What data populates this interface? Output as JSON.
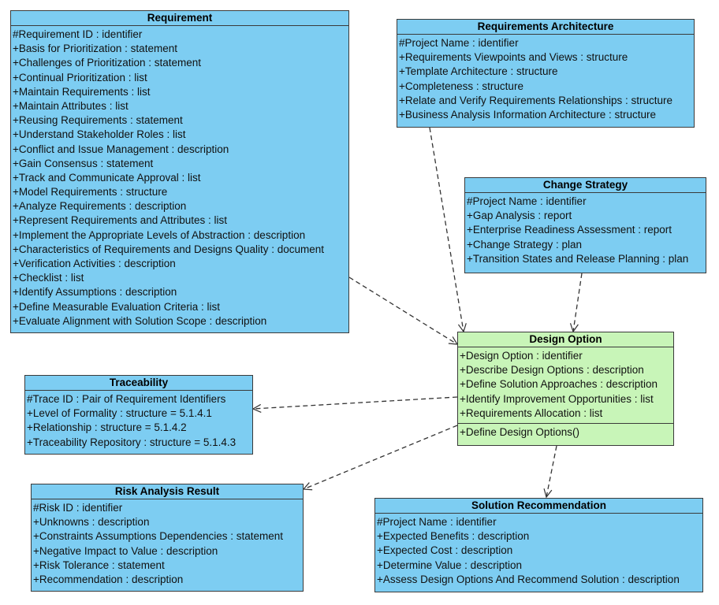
{
  "classes": {
    "requirement": {
      "name": "Requirement",
      "attributes": [
        "#Requirement ID : identifier",
        "+Basis for Prioritization : statement",
        "+Challenges of Prioritization : statement",
        "+Continual Prioritization : list",
        "+Maintain Requirements : list",
        "+Maintain Attributes : list",
        "+Reusing Requirements : statement",
        "+Understand Stakeholder Roles : list",
        "+Conflict and Issue Management : description",
        "+Gain Consensus : statement",
        "+Track and Communicate Approval : list",
        "+Model Requirements : structure",
        "+Analyze Requirements : description",
        "+Represent Requirements and Attributes : list",
        "+Implement the Appropriate Levels of Abstraction : description",
        "+Characteristics of Requirements and Designs Quality : document",
        "+Verification Activities : description",
        "+Checklist : list",
        "+Identify Assumptions : description",
        "+Define Measurable Evaluation Criteria : list",
        "+Evaluate Alignment with Solution Scope : description"
      ]
    },
    "requirements_architecture": {
      "name": "Requirements Architecture",
      "attributes": [
        "#Project Name : identifier",
        "+Requirements Viewpoints and Views : structure",
        "+Template Architecture : structure",
        "+Completeness : structure",
        "+Relate and Verify Requirements Relationships : structure",
        "+Business Analysis Information Architecture : structure"
      ]
    },
    "change_strategy": {
      "name": "Change Strategy",
      "attributes": [
        "#Project Name : identifier",
        "+Gap Analysis : report",
        "+Enterprise Readiness Assessment : report",
        "+Change Strategy : plan",
        "+Transition States and Release Planning : plan"
      ]
    },
    "design_option": {
      "name": "Design Option",
      "attributes": [
        "+Design Option : identifier",
        "+Describe Design Options : description",
        "+Define Solution Approaches : description",
        "+Identify Improvement Opportunities : list",
        "+Requirements Allocation : list"
      ],
      "operations": [
        "+Define Design Options()"
      ]
    },
    "traceability": {
      "name": "Traceability",
      "attributes": [
        "#Trace ID : Pair of Requirement Identifiers",
        "+Level of Formality : structure = 5.1.4.1",
        "+Relationship : structure = 5.1.4.2",
        "+Traceability Repository : structure = 5.1.4.3"
      ]
    },
    "risk_analysis_result": {
      "name": "Risk Analysis Result",
      "attributes": [
        "#Risk ID : identifier",
        "+Unknowns : description",
        "+Constraints Assumptions Dependencies : statement",
        "+Negative Impact to Value : description",
        "+Risk Tolerance : statement",
        "+Recommendation : description"
      ]
    },
    "solution_recommendation": {
      "name": "Solution Recommendation",
      "attributes": [
        "#Project Name : identifier",
        "+Expected Benefits : description",
        "+Expected Cost : description",
        "+Determine Value : description",
        "+Assess Design Options And Recommend Solution : description"
      ]
    }
  },
  "colors": {
    "class_fill": "#7dcdf2",
    "focus_class_fill": "#c8f5b8",
    "border": "#3a3a3a"
  }
}
